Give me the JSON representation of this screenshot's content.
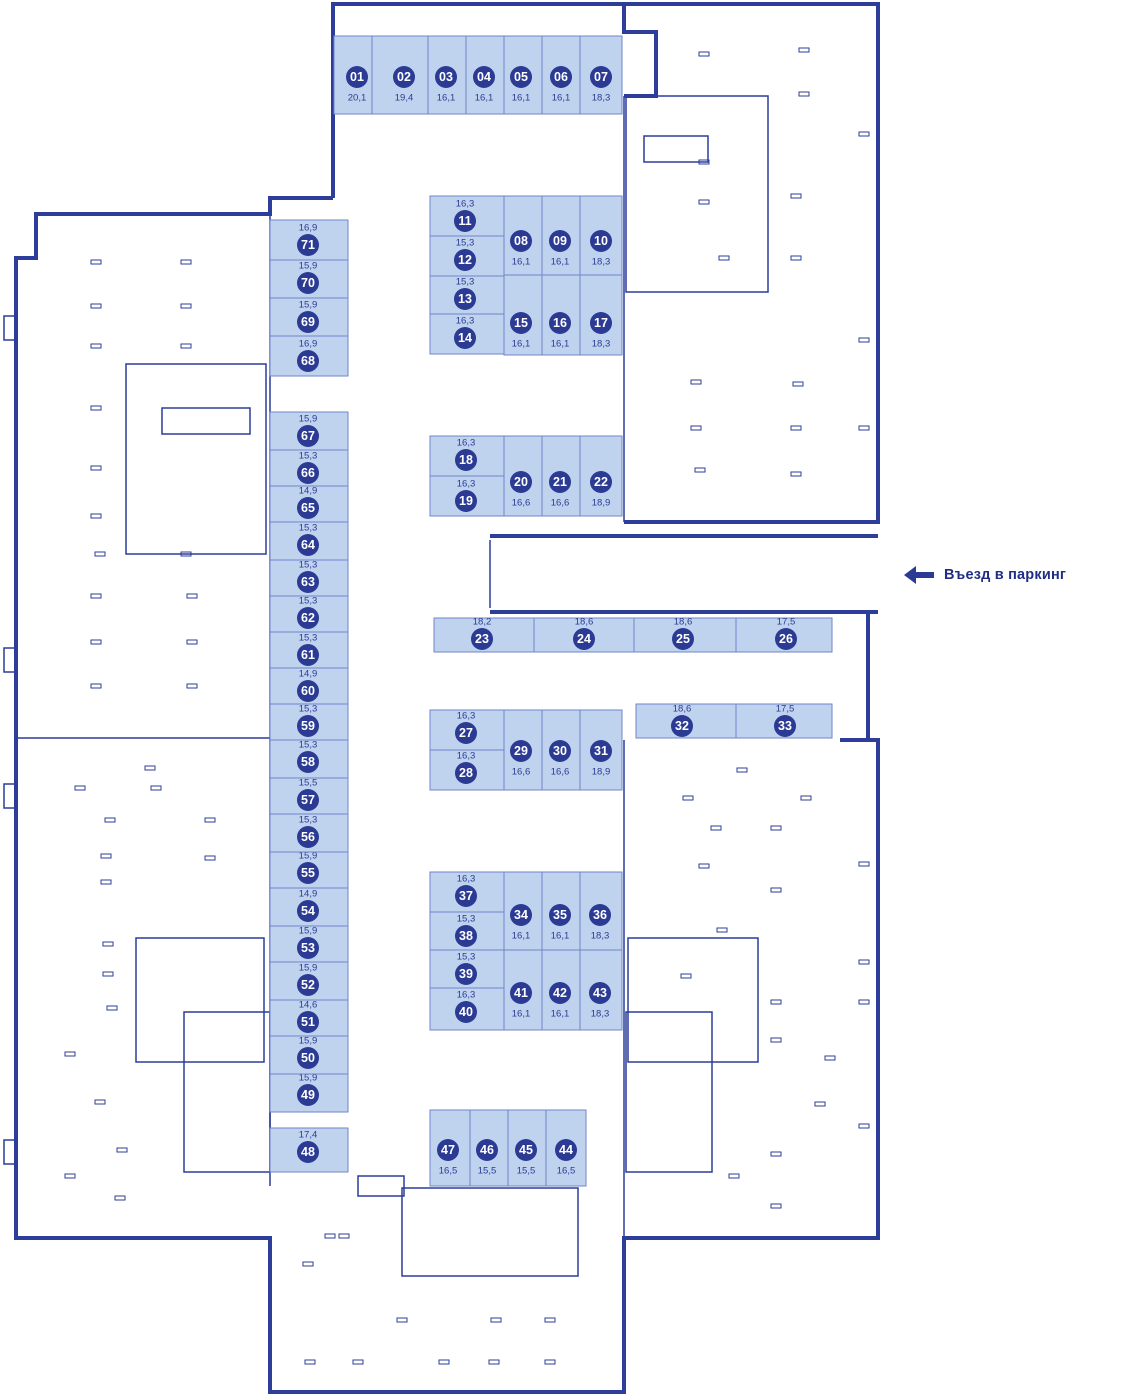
{
  "entrance": {
    "label": "Въезд в паркинг",
    "icon": "arrow-left-icon"
  },
  "colors": {
    "wall": "#2d3d9a",
    "spot_fill": "#bfd3ef",
    "badge": "#2b3a93"
  },
  "spots": [
    {
      "num": "01",
      "area": "20,1"
    },
    {
      "num": "02",
      "area": "19,4"
    },
    {
      "num": "03",
      "area": "16,1"
    },
    {
      "num": "04",
      "area": "16,1"
    },
    {
      "num": "05",
      "area": "16,1"
    },
    {
      "num": "06",
      "area": "16,1"
    },
    {
      "num": "07",
      "area": "18,3"
    },
    {
      "num": "08",
      "area": "16,1"
    },
    {
      "num": "09",
      "area": "16,1"
    },
    {
      "num": "10",
      "area": "18,3"
    },
    {
      "num": "11",
      "area": "16,3"
    },
    {
      "num": "12",
      "area": "15,3"
    },
    {
      "num": "13",
      "area": "15,3"
    },
    {
      "num": "14",
      "area": "16,3"
    },
    {
      "num": "15",
      "area": "16,1"
    },
    {
      "num": "16",
      "area": "16,1"
    },
    {
      "num": "17",
      "area": "18,3"
    },
    {
      "num": "18",
      "area": "16,3"
    },
    {
      "num": "19",
      "area": "16,3"
    },
    {
      "num": "20",
      "area": "16,6"
    },
    {
      "num": "21",
      "area": "16,6"
    },
    {
      "num": "22",
      "area": "18,9"
    },
    {
      "num": "23",
      "area": "18,2"
    },
    {
      "num": "24",
      "area": "18,6"
    },
    {
      "num": "25",
      "area": "18,6"
    },
    {
      "num": "26",
      "area": "17,5"
    },
    {
      "num": "27",
      "area": "16,3"
    },
    {
      "num": "28",
      "area": "16,3"
    },
    {
      "num": "29",
      "area": "16,6"
    },
    {
      "num": "30",
      "area": "16,6"
    },
    {
      "num": "31",
      "area": "18,9"
    },
    {
      "num": "32",
      "area": "18,6"
    },
    {
      "num": "33",
      "area": "17,5"
    },
    {
      "num": "34",
      "area": "16,1"
    },
    {
      "num": "35",
      "area": "16,1"
    },
    {
      "num": "36",
      "area": "18,3"
    },
    {
      "num": "37",
      "area": "16,3"
    },
    {
      "num": "38",
      "area": "15,3"
    },
    {
      "num": "39",
      "area": "15,3"
    },
    {
      "num": "40",
      "area": "16,3"
    },
    {
      "num": "41",
      "area": "16,1"
    },
    {
      "num": "42",
      "area": "16,1"
    },
    {
      "num": "43",
      "area": "18,3"
    },
    {
      "num": "44",
      "area": "16,5"
    },
    {
      "num": "45",
      "area": "15,5"
    },
    {
      "num": "46",
      "area": "15,5"
    },
    {
      "num": "47",
      "area": "16,5"
    },
    {
      "num": "48",
      "area": "17,4"
    },
    {
      "num": "49",
      "area": "15,9"
    },
    {
      "num": "50",
      "area": "15,9"
    },
    {
      "num": "51",
      "area": "14,6"
    },
    {
      "num": "52",
      "area": "15,9"
    },
    {
      "num": "53",
      "area": "15,9"
    },
    {
      "num": "54",
      "area": "14,9"
    },
    {
      "num": "55",
      "area": "15,9"
    },
    {
      "num": "56",
      "area": "15,3"
    },
    {
      "num": "57",
      "area": "15,5"
    },
    {
      "num": "58",
      "area": "15,3"
    },
    {
      "num": "59",
      "area": "15,3"
    },
    {
      "num": "60",
      "area": "14,9"
    },
    {
      "num": "61",
      "area": "15,3"
    },
    {
      "num": "62",
      "area": "15,3"
    },
    {
      "num": "63",
      "area": "15,3"
    },
    {
      "num": "64",
      "area": "15,3"
    },
    {
      "num": "65",
      "area": "14,9"
    },
    {
      "num": "66",
      "area": "15,3"
    },
    {
      "num": "67",
      "area": "15,9"
    },
    {
      "num": "68",
      "area": "16,9"
    },
    {
      "num": "69",
      "area": "15,9"
    },
    {
      "num": "70",
      "area": "15,9"
    },
    {
      "num": "71",
      "area": "16,9"
    }
  ]
}
